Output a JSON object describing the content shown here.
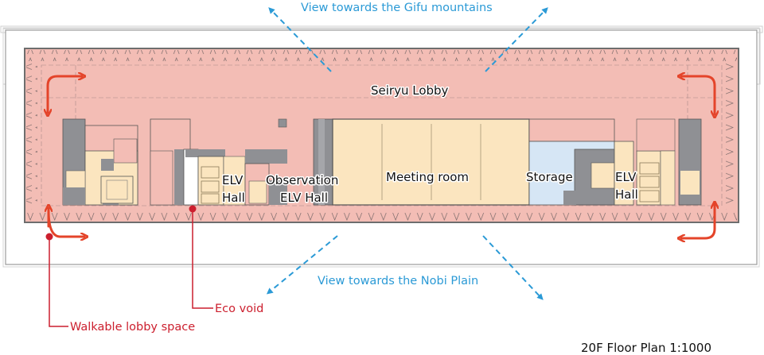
{
  "title": "20F Floor Plan 1:1000",
  "rooms": {
    "seiryu_lobby": "Seiryu Lobby",
    "meeting_room": "Meeting room",
    "storage": "Storage",
    "elv_hall_left_1": "ELV",
    "elv_hall_left_2": "Hall",
    "observation_1": "Observation",
    "observation_2": "ELV Hall",
    "elv_hall_right_1": "ELV",
    "elv_hall_right_2": "Hall"
  },
  "views": {
    "north": "View towards the Gifu mountains",
    "south": "View towards the Nobi Plain"
  },
  "callouts": {
    "eco_void": "Eco void",
    "walkable_lobby": "Walkable lobby space"
  },
  "colors": {
    "lobby": "#f3bdb5",
    "meeting": "#fbe5bf",
    "storage": "#d6e6f5",
    "core": "#8f9094",
    "view_arrow": "#2b9ad6",
    "walk_arrow": "#e4442a",
    "callout": "#cc1f2e"
  }
}
